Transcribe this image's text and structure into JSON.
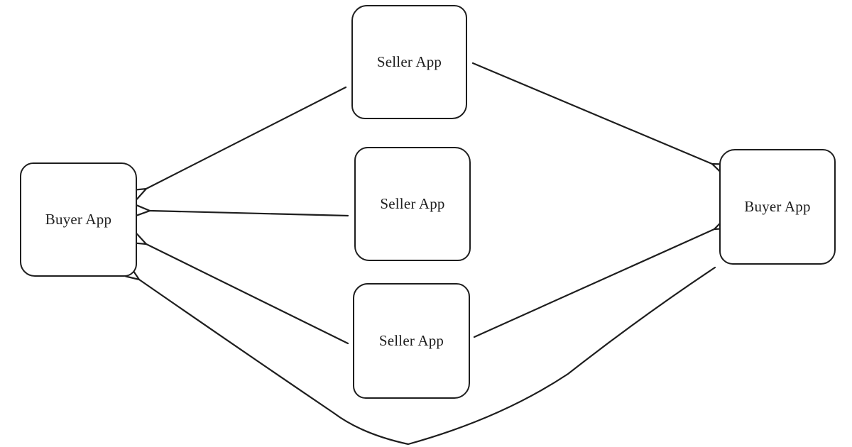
{
  "diagram": {
    "background_color": "#ffffff",
    "stroke_color": "#1e1e1e",
    "text_color": "#1e1e1e",
    "nodes": [
      {
        "id": "seller-top",
        "label": "Seller App"
      },
      {
        "id": "seller-middle",
        "label": "Seller App"
      },
      {
        "id": "seller-bottom",
        "label": "Seller App"
      },
      {
        "id": "buyer-left",
        "label": "Buyer App"
      },
      {
        "id": "buyer-right",
        "label": "Buyer App"
      }
    ],
    "edges": [
      {
        "from": "seller-top",
        "to": "buyer-left",
        "style": "straight-arrow"
      },
      {
        "from": "seller-top",
        "to": "buyer-right",
        "style": "straight-arrow"
      },
      {
        "from": "seller-middle",
        "to": "buyer-left",
        "style": "straight-arrow"
      },
      {
        "from": "seller-bottom",
        "to": "buyer-left",
        "style": "straight-arrow"
      },
      {
        "from": "seller-bottom",
        "to": "buyer-right",
        "style": "straight-arrow"
      },
      {
        "from": "buyer-right",
        "to": "buyer-left",
        "style": "curved-arrow"
      }
    ]
  }
}
